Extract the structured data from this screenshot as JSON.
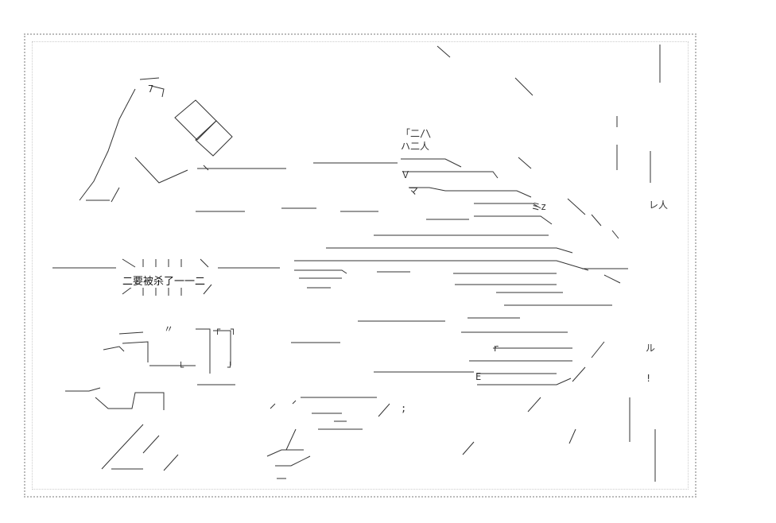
{
  "panel": {
    "caption": "二要被杀了一一二",
    "glyph_marks": [
      "「二/\\",
      "ハ二人",
      "Ｖ",
      "マ",
      "ミz",
      "レ人",
      "ル",
      "E",
      "r",
      "7",
      "!",
      ";",
      "〃",
      "┌",
      "┐",
      "└",
      "┘"
    ],
    "ink_color": "#222222",
    "frame_color": "#bbbbbb"
  }
}
